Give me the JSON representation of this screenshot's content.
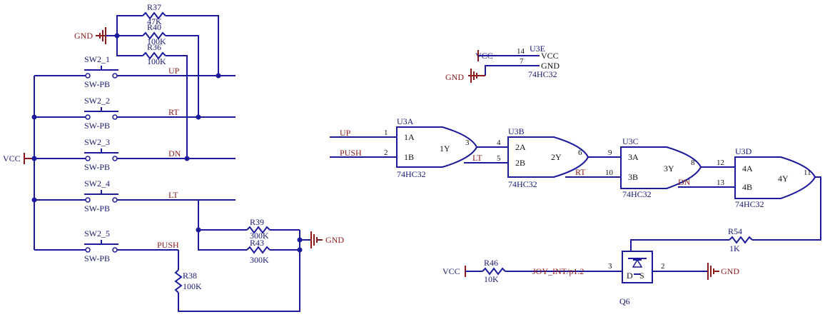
{
  "nets": {
    "up": "UP",
    "rt": "RT",
    "dn": "DN",
    "lt": "LT",
    "push": "PUSH",
    "vcc": "VCC",
    "gnd": "GND",
    "joy_int": "JOY_INT/p1.2"
  },
  "switches": [
    {
      "ref": "SW2_1",
      "type": "SW-PB"
    },
    {
      "ref": "SW2_2",
      "type": "SW-PB"
    },
    {
      "ref": "SW2_3",
      "type": "SW-PB"
    },
    {
      "ref": "SW2_4",
      "type": "SW-PB"
    },
    {
      "ref": "SW2_5",
      "type": "SW-PB"
    }
  ],
  "resistors": {
    "r37": {
      "ref": "R37",
      "value": "47K"
    },
    "r40": {
      "ref": "R40",
      "value": "100K"
    },
    "r36": {
      "ref": "R36",
      "value": "100K"
    },
    "r39": {
      "ref": "R39",
      "value": "300K"
    },
    "r43": {
      "ref": "R43",
      "value": "300K"
    },
    "r38": {
      "ref": "R38",
      "value": "100K"
    },
    "r54": {
      "ref": "R54",
      "value": "1K"
    },
    "r46": {
      "ref": "R46",
      "value": "10K"
    }
  },
  "power_unit": {
    "ref": "U3E",
    "part": "74HC32",
    "pin_vcc": "14",
    "pin_gnd": "7",
    "label_vcc": "VCC",
    "label_gnd": "GND"
  },
  "gates": [
    {
      "ref": "U3A",
      "part": "74HC32",
      "in_a": "1A",
      "in_b": "1B",
      "out": "1Y",
      "pin_a": "1",
      "pin_b": "2",
      "pin_y": "3"
    },
    {
      "ref": "U3B",
      "part": "74HC32",
      "in_a": "2A",
      "in_b": "2B",
      "out": "2Y",
      "pin_a": "4",
      "pin_b": "5",
      "pin_y": "6"
    },
    {
      "ref": "U3C",
      "part": "74HC32",
      "in_a": "3A",
      "in_b": "3B",
      "out": "3Y",
      "pin_a": "9",
      "pin_b": "10",
      "pin_y": "8"
    },
    {
      "ref": "U3D",
      "part": "74HC32",
      "in_a": "4A",
      "in_b": "4B",
      "out": "4Y",
      "pin_a": "12",
      "pin_b": "13",
      "pin_y": "11"
    }
  ],
  "transistor": {
    "ref": "Q6",
    "pin_d": "3",
    "pin_s": "2",
    "mark_d": "D",
    "mark_s": "S"
  },
  "colors": {
    "wire": "#1a1a9a",
    "net": "#8b1a1a",
    "background": "#ffffff"
  }
}
